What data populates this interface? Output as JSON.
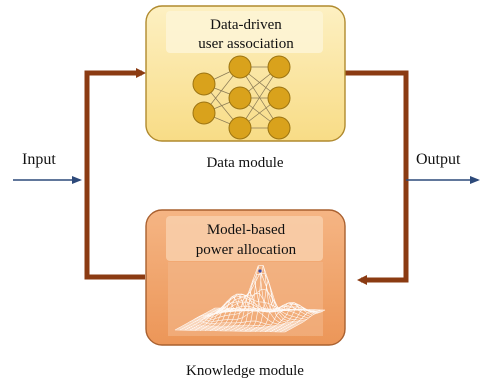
{
  "diagram": {
    "data_box": {
      "title_line1": "Data-driven",
      "title_line2": "user association",
      "caption": "Data module"
    },
    "knowledge_box": {
      "title_line1": "Model-based",
      "title_line2": "power allocation",
      "caption": "Knowledge module"
    },
    "input_label": "Input",
    "output_label": "Output",
    "colors": {
      "data_box_fill": "#fbe7a6",
      "data_box_stroke": "#b08a2e",
      "neuron_fill": "#d9a21c",
      "neuron_stroke": "#9c7412",
      "knowledge_box_fill": "#f0a36c",
      "knowledge_box_stroke": "#a9602f",
      "loop_arrow": "#8b3b12",
      "io_arrow": "#2d4a7a"
    },
    "icons": [
      "neural-network-icon",
      "3d-surface-plot-icon"
    ]
  }
}
